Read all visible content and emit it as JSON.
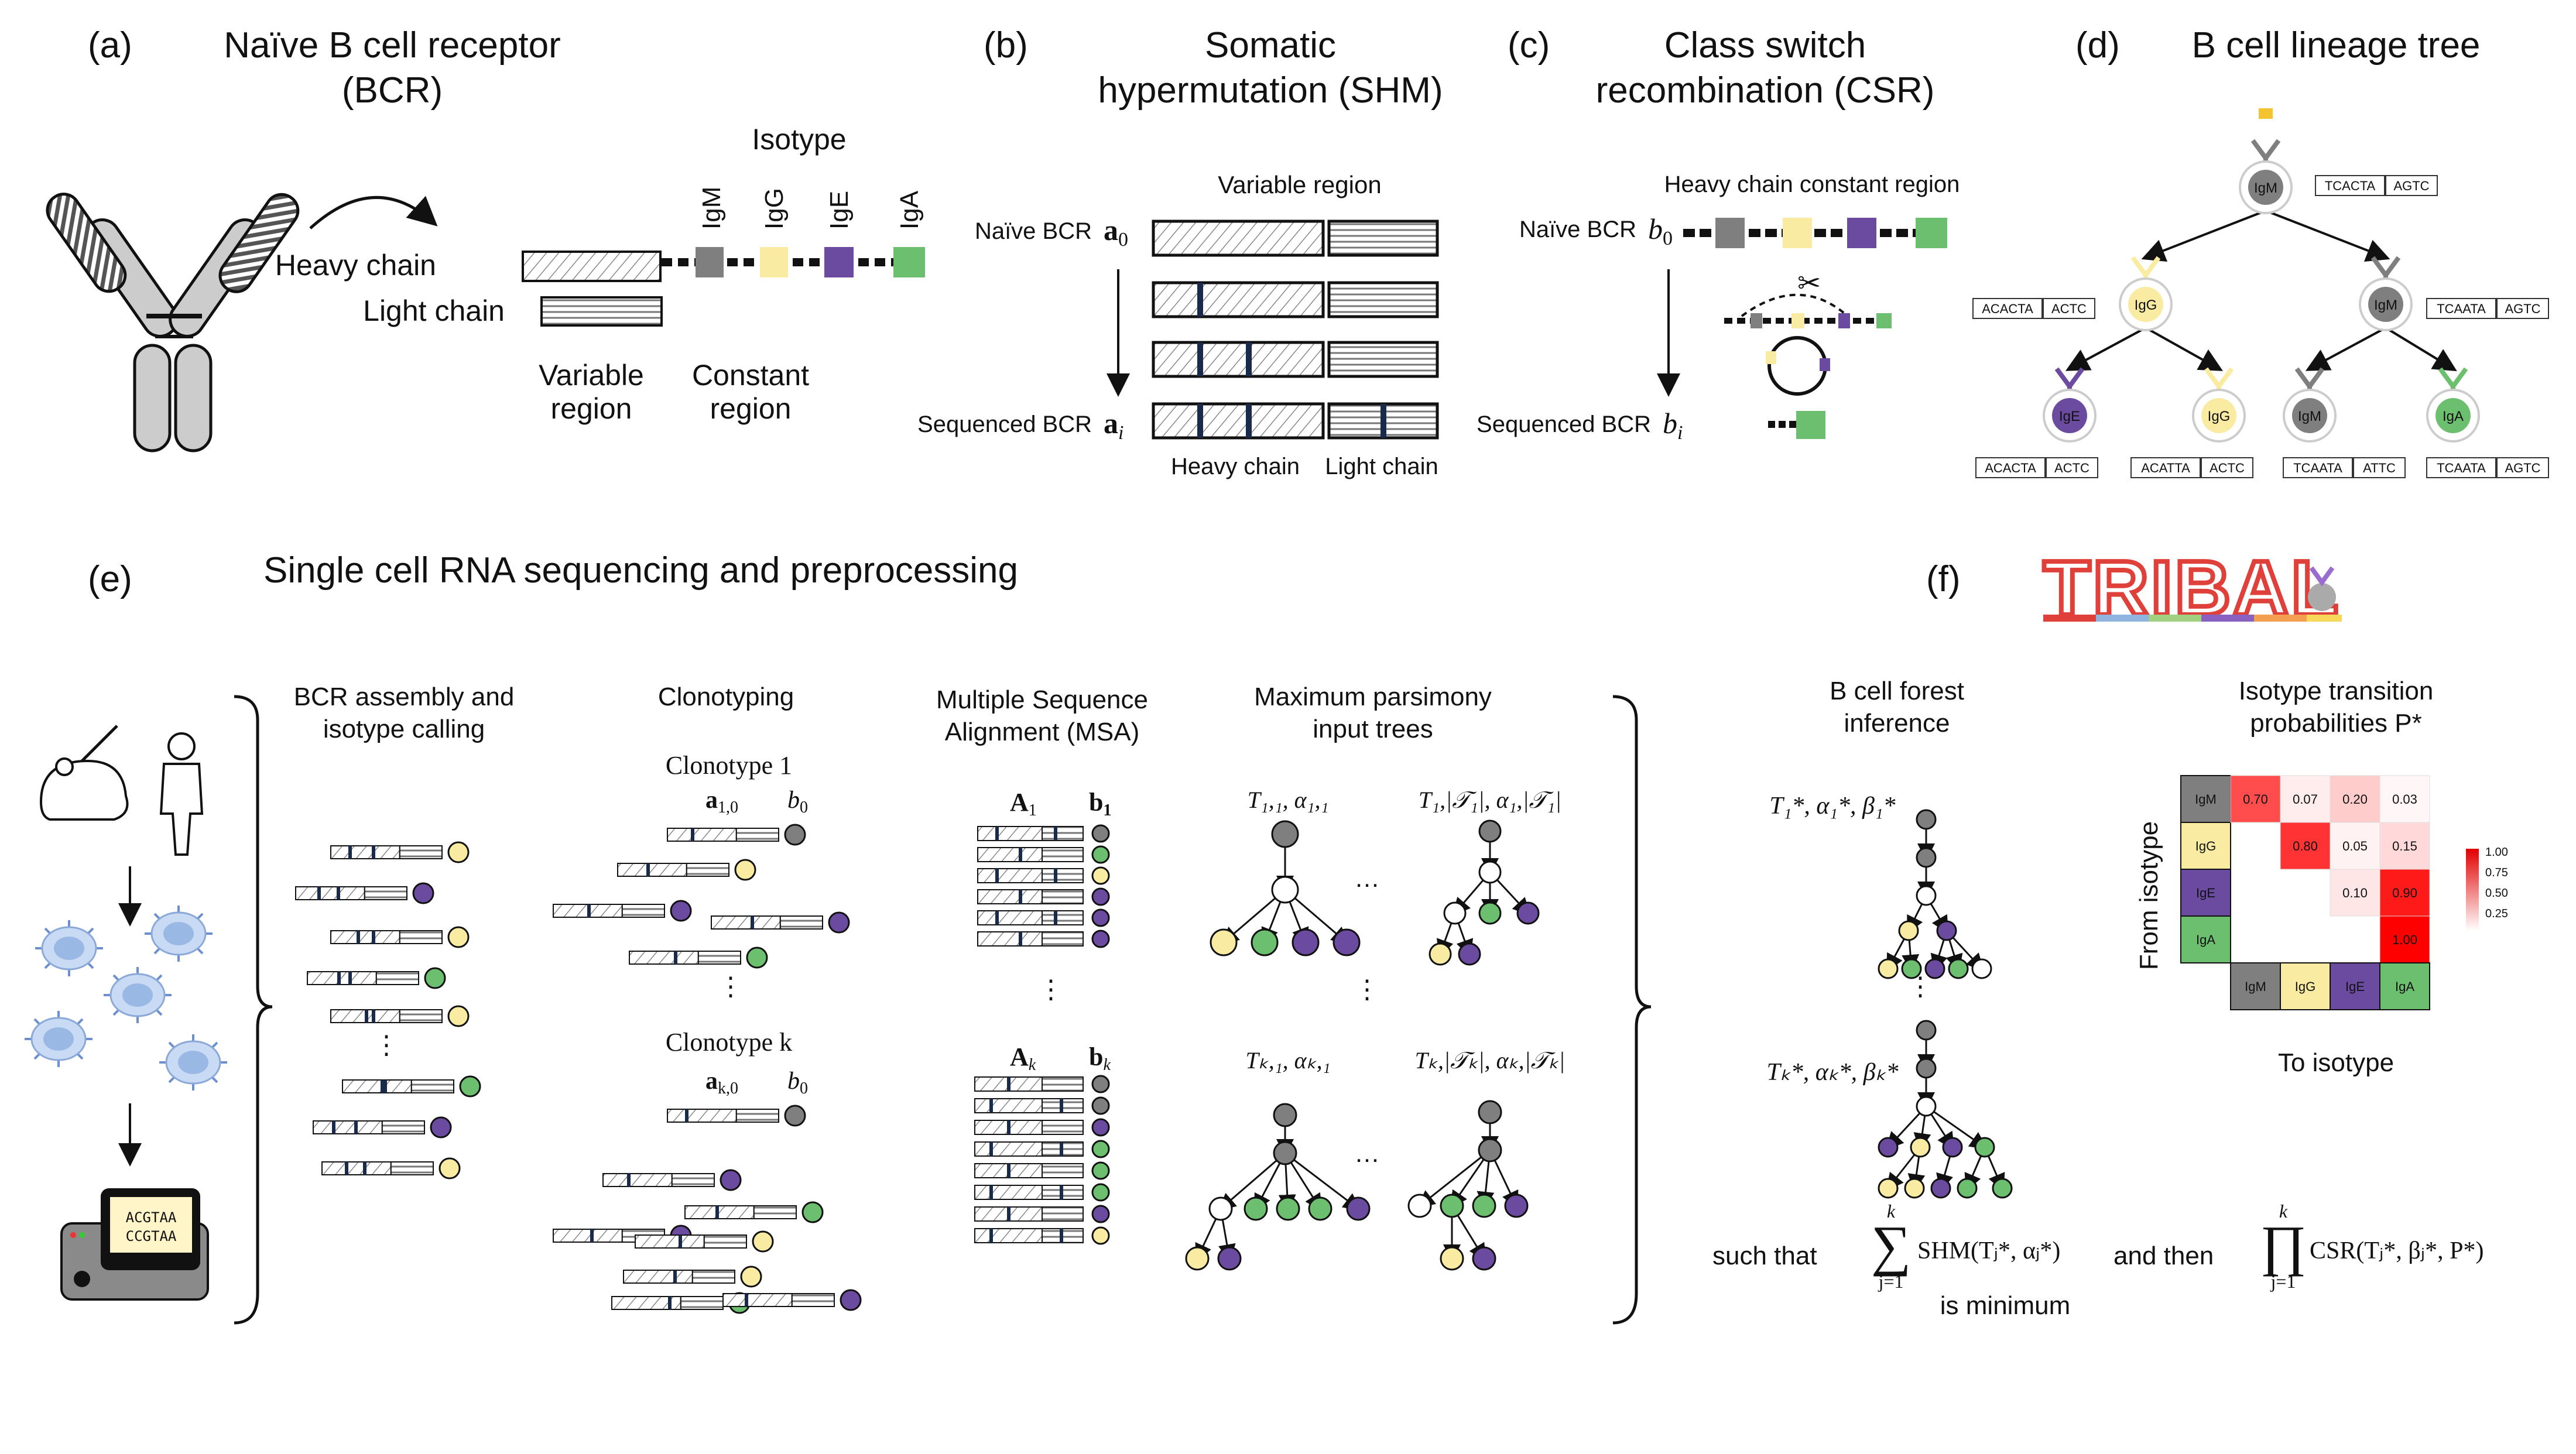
{
  "colors": {
    "IgM": "#7f7f7f",
    "IgG": "#f9eca2",
    "IgE": "#6b4ba0",
    "IgA": "#6dbf70",
    "dark": "#1a2a4a",
    "cell": "#b9cff0"
  },
  "panel_a": {
    "letter": "(a)",
    "title1": "Naïve B cell receptor",
    "title2": "(BCR)",
    "isotype": "Isotype",
    "iso": [
      "IgM",
      "IgG",
      "IgE",
      "IgA"
    ],
    "heavy": "Heavy chain",
    "light": "Light chain",
    "variable1": "Variable",
    "variable2": "region",
    "constant1": "Constant",
    "constant2": "region"
  },
  "panel_b": {
    "letter": "(b)",
    "title1": "Somatic",
    "title2": "hypermutation (SHM)",
    "variable": "Variable region",
    "naive": "Naïve BCR",
    "naive_sym": "a",
    "naive_sub": "0",
    "seq": "Sequenced BCR",
    "seq_sym": "a",
    "seq_sub": "i",
    "heavy": "Heavy chain",
    "light": "Light chain"
  },
  "panel_c": {
    "letter": "(c)",
    "title1": "Class switch",
    "title2": "recombination (CSR)",
    "heavy_const": "Heavy chain constant region",
    "naive": "Naïve BCR",
    "naive_sym": "b",
    "naive_sub": "0",
    "seq": "Sequenced BCR",
    "seq_sym": "b",
    "seq_sub": "i"
  },
  "panel_d": {
    "letter": "(d)",
    "title": "B cell lineage tree",
    "root": "IgM",
    "root_seq": [
      "TCACTA",
      "AGTC"
    ],
    "mid": [
      {
        "label": "IgG",
        "seq": [
          "ACACTA",
          "ACTC"
        ]
      },
      {
        "label": "IgM",
        "seq": [
          "TCAATA",
          "AGTC"
        ]
      }
    ],
    "leaves": [
      {
        "label": "IgE",
        "seq": [
          "ACACTA",
          "ACTC"
        ]
      },
      {
        "label": "IgG",
        "seq": [
          "ACATTA",
          "ACTC"
        ]
      },
      {
        "label": "IgM",
        "seq": [
          "TCAATA",
          "ATTC"
        ]
      },
      {
        "label": "IgA",
        "seq": [
          "TCAATA",
          "AGTC"
        ]
      }
    ]
  },
  "panel_e": {
    "letter": "(e)",
    "title": "Single cell RNA sequencing and preprocessing",
    "col1": [
      "BCR  assembly and",
      "isotype calling"
    ],
    "col2": "Clonotyping",
    "col3": [
      "Multiple Sequence",
      "Alignment (MSA)"
    ],
    "col4": [
      "Maximum parsimony",
      "input trees"
    ],
    "clonotype1": "Clonotype 1",
    "clonotypek": "Clonotype k",
    "seq_text": [
      "ACGTAA",
      "CCGTAA"
    ],
    "dots": "⋮",
    "hdots": "…",
    "a10": "a",
    "a10_sub": "1,0",
    "b0": "b",
    "b0_sub": "0",
    "ak0": "a",
    "ak0_sub": "k,0",
    "A1": "A",
    "A1_sub": "1",
    "b1": "b",
    "b1_sub": "1",
    "Ak": "A",
    "Ak_sub": "k",
    "bk": "b",
    "bk_sub": "k",
    "T11": "T₁,₁, α₁,₁",
    "T1J": "T₁,|𝒯₁|, α₁,|𝒯₁|",
    "Tk1": "Tₖ,₁, αₖ,₁",
    "TkJ": "Tₖ,|𝒯ₖ|, αₖ,|𝒯ₖ|"
  },
  "panel_f": {
    "letter": "(f)",
    "logo": "TRIBAL",
    "forest": [
      "B cell forest",
      "inference"
    ],
    "trans": [
      "Isotype transition",
      "probabilities P*"
    ],
    "T1": "T₁*, α₁*, β₁*",
    "Tk": "Tₖ*, αₖ*, βₖ*",
    "such_that": "such that",
    "sum_top": "k",
    "sum_bot": "j=1",
    "shm": "SHM(Tⱼ*, αⱼ*)",
    "is_min": "is minimum",
    "and_then": "and then",
    "prod_top": "k",
    "prod_bot": "j=1",
    "csr": "CSR(Tⱼ*, βⱼ*, P*)",
    "from": "From isotype",
    "to": "To isotype",
    "legend": [
      "1.00",
      "0.75",
      "0.50",
      "0.25"
    ]
  },
  "chart_data": {
    "type": "heatmap",
    "rows": [
      "IgM",
      "IgG",
      "IgE",
      "IgA"
    ],
    "cols": [
      "IgM",
      "IgG",
      "IgE",
      "IgA"
    ],
    "values": [
      [
        null,
        0.7,
        0.07,
        0.2,
        0.03
      ],
      [
        null,
        null,
        0.8,
        0.05,
        0.15
      ],
      [
        null,
        null,
        null,
        0.1,
        0.9
      ],
      [
        null,
        null,
        null,
        null,
        1.0
      ]
    ],
    "cells": [
      [
        "",
        "0.70",
        "0.07",
        "0.20",
        "0.03"
      ],
      [
        "",
        "",
        "0.80",
        "0.05",
        "0.15"
      ],
      [
        "",
        "",
        "",
        "0.10",
        "0.90"
      ],
      [
        "",
        "",
        "",
        "",
        "1.00"
      ]
    ],
    "xlabel": "To isotype",
    "ylabel": "From isotype",
    "legend_ticks": [
      "1.00",
      "0.75",
      "0.50",
      "0.25"
    ]
  }
}
